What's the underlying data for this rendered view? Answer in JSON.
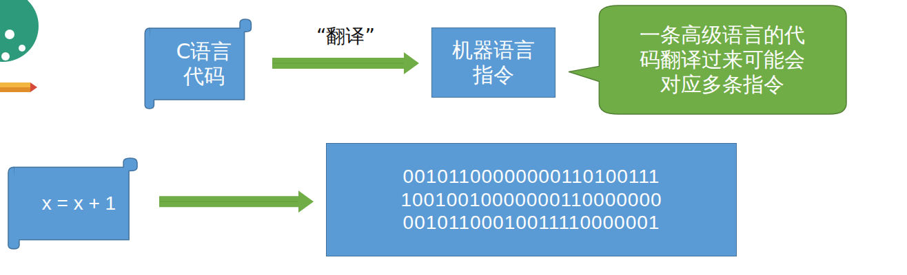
{
  "diagram": {
    "nodes": [
      {
        "text": [
          "C语言 代码"
        ]
      },
      {
        "text": [
          "机器语言 指令"
        ]
      },
      {
        "text": [
          "一条高级语言的代 码翻译过来可能会 对应多条指令"
        ]
      },
      {
        "text": [
          "x = x + 1"
        ]
      },
      {
        "text": [
          "00101100000000110100111",
          "10010010000000110000000",
          "00101100010011110000001"
        ]
      }
    ],
    "edges": [
      {
        "from": 0,
        "to": 1,
        "arrow": "to",
        "label": "“翻译”"
      },
      {
        "from": 3,
        "to": 4,
        "arrow": "to"
      }
    ]
  }
}
